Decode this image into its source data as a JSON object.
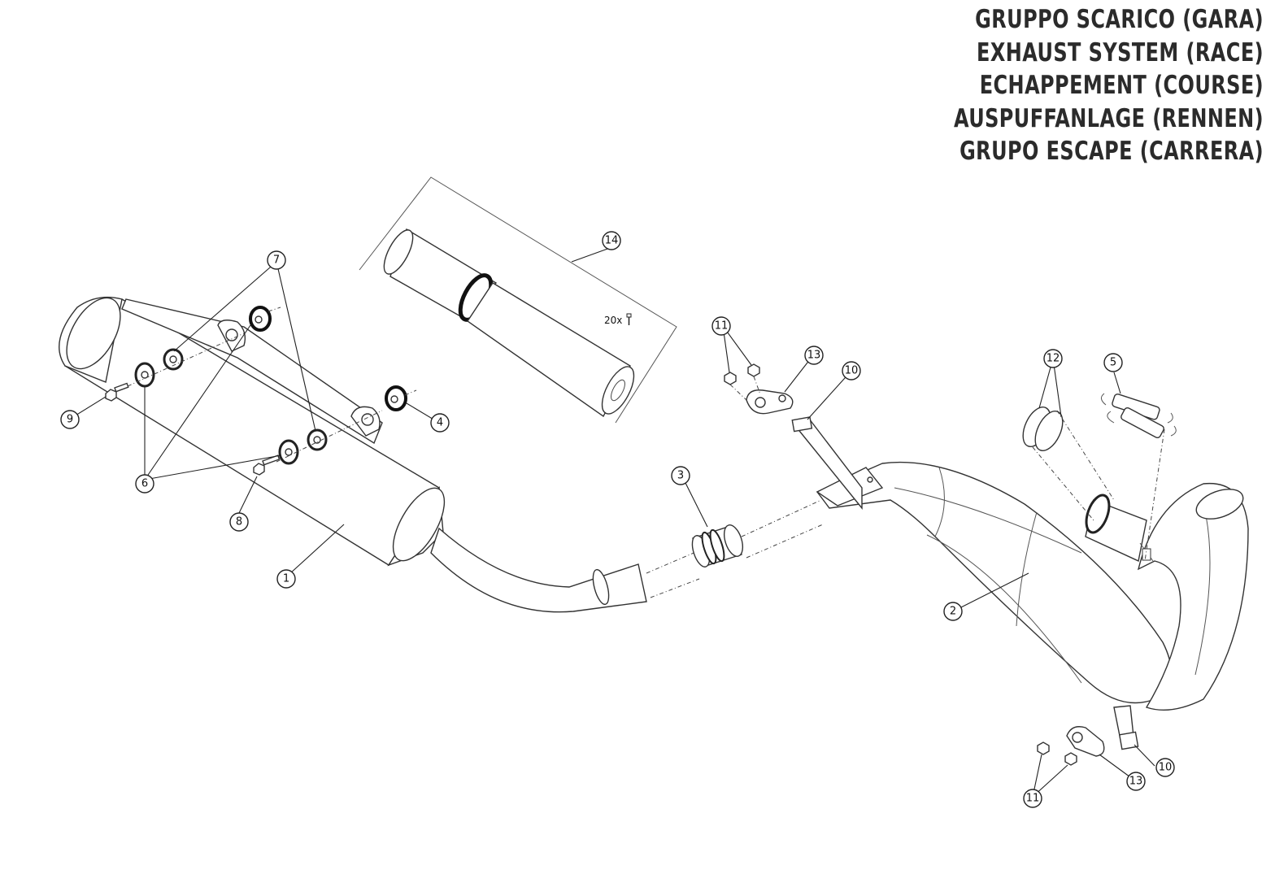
{
  "title": {
    "lines": [
      "GRUPPO SCARICO (GARA)",
      "EXHAUST SYSTEM (RACE)",
      "ECHAPPEMENT (COURSE)",
      "AUSPUFFANLAGE (RENNEN)",
      "GRUPO ESCAPE (CARRERA)"
    ]
  },
  "callouts": {
    "c1": "1",
    "c2": "2",
    "c3": "3",
    "c4": "4",
    "c5": "5",
    "c6": "6",
    "c7": "7",
    "c8": "8",
    "c9": "9",
    "c10a": "10",
    "c10b": "10",
    "c11a": "11",
    "c11b": "11",
    "c12": "12",
    "c13a": "13",
    "c13b": "13",
    "c14": "14"
  },
  "kit_quantity": "20x"
}
